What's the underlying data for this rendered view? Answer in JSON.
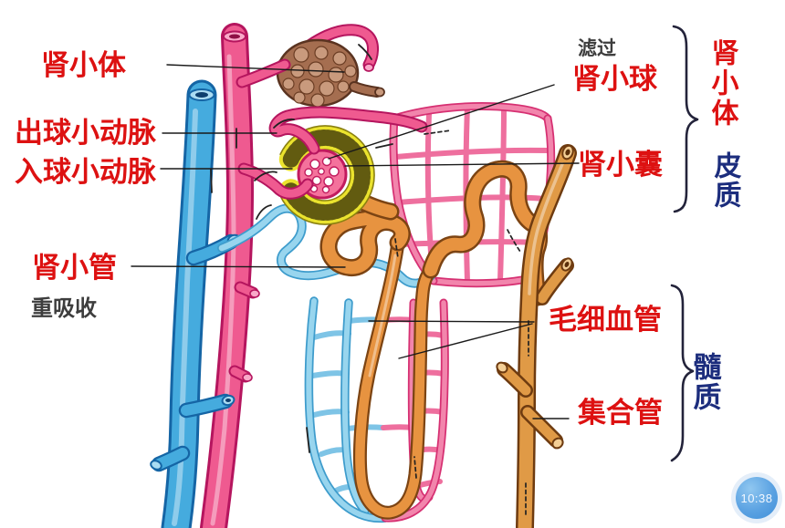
{
  "figure": {
    "kind": "nephron-structure-diagram",
    "labels": {
      "renal_corpuscle": "肾小体",
      "efferent_arteriole": "出球小动脉",
      "afferent_arteriole": "入球小动脉",
      "renal_tubule": "肾小管",
      "reabsorption": "重吸收",
      "filtration": "滤过",
      "glomerulus": "肾小球",
      "bowman_capsule": "肾小囊",
      "capillaries": "毛细血管",
      "collecting_duct": "集合管",
      "group_renal_corpuscle": "肾小体",
      "cortex": "皮质",
      "medulla": "髓质"
    },
    "clock": {
      "time": "10:38"
    },
    "colors": {
      "label_red": "#dd1111",
      "label_gray": "#3d3d3d",
      "label_blue": "#1c2d7d",
      "artery_pink": "#ef5a90",
      "vein_blue": "#45abde",
      "corpuscle_brown": "#a56e50",
      "capsule_yellow": "#ebe32e",
      "glomerulus_pink": "#f4729c",
      "tubule_orange": "#e79340",
      "duct_orange": "#e09a46",
      "clock_blue": "#3f8fd9"
    }
  }
}
